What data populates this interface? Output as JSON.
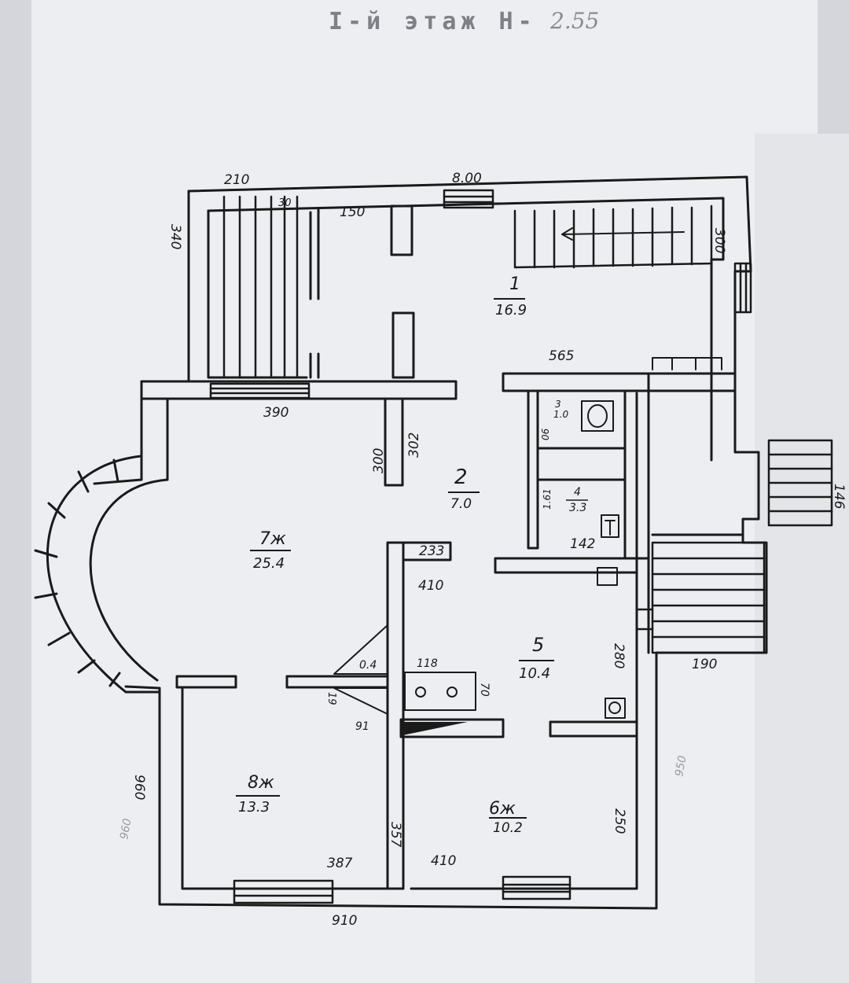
{
  "sheet": {
    "title": "I-й этаж H-",
    "title_height": "2.55"
  },
  "rooms": [
    {
      "number": "1",
      "area": "16.9"
    },
    {
      "number": "2",
      "area": "7.0"
    },
    {
      "number": "3",
      "area": "1.0"
    },
    {
      "number": "4",
      "area": "3.3"
    },
    {
      "number": "5",
      "area": "10.4"
    },
    {
      "number": "6ж",
      "area": "10.2"
    },
    {
      "number": "7ж",
      "area": "25.4"
    },
    {
      "number": "8ж",
      "area": "13.3"
    }
  ],
  "dimensions": {
    "d210": "210",
    "d800": "8.00",
    "d30": "30",
    "d150": "150",
    "d340": "340",
    "d300top": "300",
    "d565": "565",
    "d390": "390",
    "d300": "300",
    "d302": "302",
    "d06": "06",
    "d161": "1.61",
    "d146": "146",
    "d142": "142",
    "d233": "233",
    "d410a": "410",
    "d04": "0.4",
    "d118": "118",
    "d70": "70",
    "d280": "280",
    "d190": "190",
    "d19": "19",
    "d91": "91",
    "d960": "960",
    "d950": "950",
    "d960b": "960",
    "d357": "357",
    "d250": "250",
    "d387": "387",
    "d410b": "410",
    "d910": "910"
  },
  "colors": {
    "ink": "#1a1a1a",
    "paper": "#eceef1",
    "background": "#d4d6db"
  }
}
